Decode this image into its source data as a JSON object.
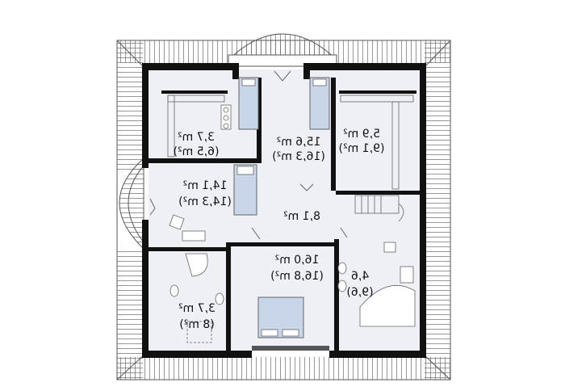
{
  "plan": {
    "colors": {
      "wall": "#111111",
      "floor": "#eef0f6",
      "roof": "#ffffff",
      "roof_line": "#555555",
      "furniture": "#666666",
      "bed": "#c9d6ea"
    },
    "rooms": [
      {
        "id": "bedroom-top",
        "area": "15,6 m²",
        "area_alt": "(16,3 m²)"
      },
      {
        "id": "wardrobe-left",
        "area": "3,7 m²",
        "area_alt": "(6,5 m²)"
      },
      {
        "id": "wardrobe-right",
        "area": "5,9 m²",
        "area_alt": "(9,1 m²)"
      },
      {
        "id": "bedroom-left",
        "area": "14,1 m²",
        "area_alt": "(14,3 m²)"
      },
      {
        "id": "hall",
        "area": "8,1 m²",
        "area_alt": ""
      },
      {
        "id": "bedroom-master",
        "area": "16,0 m²",
        "area_alt": "(16,8 m²)"
      },
      {
        "id": "bath-right",
        "area": "4,6",
        "area_alt": "(9,6)"
      },
      {
        "id": "bath-left",
        "area": "3,7 m²",
        "area_alt": "(8 m²)"
      }
    ]
  }
}
